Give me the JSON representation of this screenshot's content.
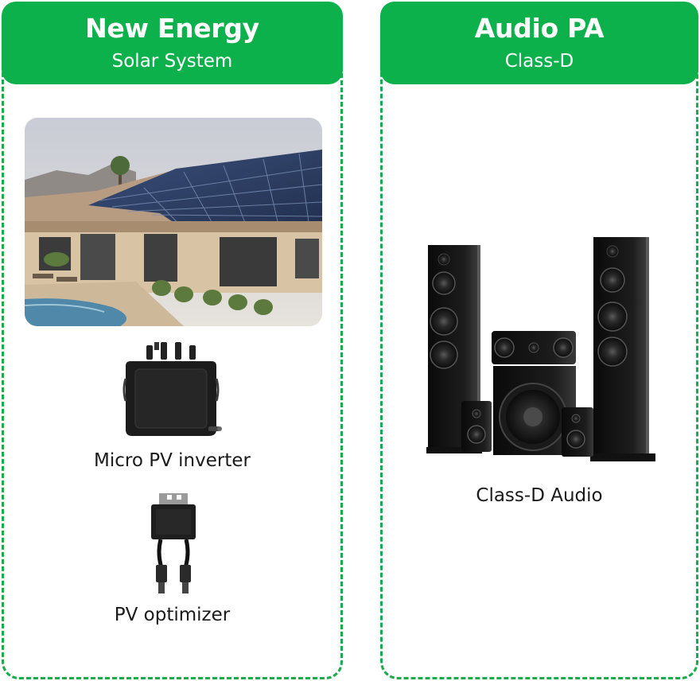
{
  "left_panel": {
    "title": "New Energy",
    "subtitle": "Solar System",
    "items": [
      {
        "label": "Micro PV inverter"
      },
      {
        "label": "PV optimizer"
      }
    ]
  },
  "right_panel": {
    "title": "Audio PA",
    "subtitle": "Class-D",
    "items": [
      {
        "label": "Class-D Audio"
      }
    ]
  },
  "colors": {
    "accent": "#0db14b",
    "dashed_border": "#1aab4b",
    "caption_text": "#1a1a1a"
  },
  "icons": [
    "solar-house-photo",
    "micro-inverter-icon",
    "pv-optimizer-icon",
    "speaker-system-icon"
  ]
}
